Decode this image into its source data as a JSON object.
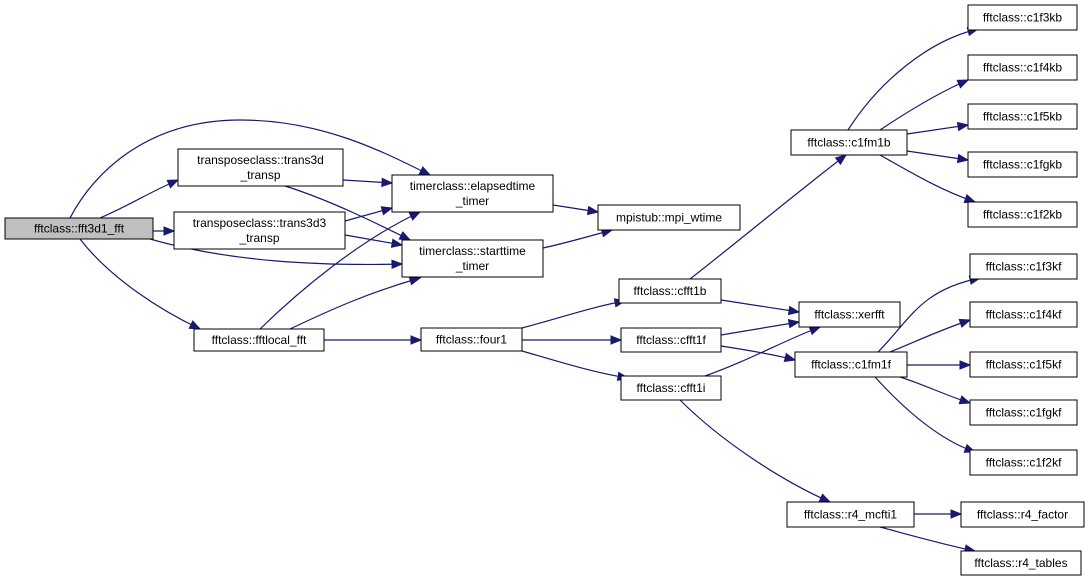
{
  "diagram": {
    "edge_color": "#191970",
    "root_fill": "#bfbfbf",
    "nodes": [
      {
        "id": "fft3d1",
        "lines": [
          "fftclass::fft3d1_fft"
        ],
        "root": true
      },
      {
        "id": "trans3d",
        "lines": [
          "transposeclass::trans3d",
          "_transp"
        ]
      },
      {
        "id": "trans3d3",
        "lines": [
          "transposeclass::trans3d3",
          "_transp"
        ]
      },
      {
        "id": "fftlocal",
        "lines": [
          "fftclass::fftlocal_fft"
        ]
      },
      {
        "id": "elapsed",
        "lines": [
          "timerclass::elapsedtime",
          "_timer"
        ]
      },
      {
        "id": "start",
        "lines": [
          "timerclass::starttime",
          "_timer"
        ]
      },
      {
        "id": "wtime",
        "lines": [
          "mpistub::mpi_wtime"
        ]
      },
      {
        "id": "four1",
        "lines": [
          "fftclass::four1"
        ]
      },
      {
        "id": "cfft1b",
        "lines": [
          "fftclass::cfft1b"
        ]
      },
      {
        "id": "cfft1f",
        "lines": [
          "fftclass::cfft1f"
        ]
      },
      {
        "id": "cfft1i",
        "lines": [
          "fftclass::cfft1i"
        ]
      },
      {
        "id": "c1fm1b",
        "lines": [
          "fftclass::c1fm1b"
        ]
      },
      {
        "id": "xerfft",
        "lines": [
          "fftclass::xerfft"
        ]
      },
      {
        "id": "c1fm1f",
        "lines": [
          "fftclass::c1fm1f"
        ]
      },
      {
        "id": "r4mcfti1",
        "lines": [
          "fftclass::r4_mcfti1"
        ]
      },
      {
        "id": "c1f3kb",
        "lines": [
          "fftclass::c1f3kb"
        ]
      },
      {
        "id": "c1f4kb",
        "lines": [
          "fftclass::c1f4kb"
        ]
      },
      {
        "id": "c1f5kb",
        "lines": [
          "fftclass::c1f5kb"
        ]
      },
      {
        "id": "c1fgkb",
        "lines": [
          "fftclass::c1fgkb"
        ]
      },
      {
        "id": "c1f2kb",
        "lines": [
          "fftclass::c1f2kb"
        ]
      },
      {
        "id": "c1f3kf",
        "lines": [
          "fftclass::c1f3kf"
        ]
      },
      {
        "id": "c1f4kf",
        "lines": [
          "fftclass::c1f4kf"
        ]
      },
      {
        "id": "c1f5kf",
        "lines": [
          "fftclass::c1f5kf"
        ]
      },
      {
        "id": "c1fgkf",
        "lines": [
          "fftclass::c1fgkf"
        ]
      },
      {
        "id": "c1f2kf",
        "lines": [
          "fftclass::c1f2kf"
        ]
      },
      {
        "id": "r4factor",
        "lines": [
          "fftclass::r4_factor"
        ]
      },
      {
        "id": "r4tables",
        "lines": [
          "fftclass::r4_tables"
        ]
      }
    ],
    "edges": [
      {
        "from": "fft3d1",
        "to": "trans3d"
      },
      {
        "from": "fft3d1",
        "to": "trans3d3"
      },
      {
        "from": "fft3d1",
        "to": "fftlocal"
      },
      {
        "from": "fft3d1",
        "to": "elapsed"
      },
      {
        "from": "fft3d1",
        "to": "start"
      },
      {
        "from": "trans3d",
        "to": "elapsed"
      },
      {
        "from": "trans3d",
        "to": "start"
      },
      {
        "from": "trans3d3",
        "to": "elapsed"
      },
      {
        "from": "trans3d3",
        "to": "start"
      },
      {
        "from": "fftlocal",
        "to": "elapsed"
      },
      {
        "from": "fftlocal",
        "to": "start"
      },
      {
        "from": "fftlocal",
        "to": "four1"
      },
      {
        "from": "elapsed",
        "to": "wtime"
      },
      {
        "from": "start",
        "to": "wtime"
      },
      {
        "from": "four1",
        "to": "cfft1b"
      },
      {
        "from": "four1",
        "to": "cfft1f"
      },
      {
        "from": "four1",
        "to": "cfft1i"
      },
      {
        "from": "cfft1b",
        "to": "c1fm1b"
      },
      {
        "from": "cfft1b",
        "to": "xerfft"
      },
      {
        "from": "cfft1f",
        "to": "xerfft"
      },
      {
        "from": "cfft1f",
        "to": "c1fm1f"
      },
      {
        "from": "cfft1i",
        "to": "xerfft"
      },
      {
        "from": "cfft1i",
        "to": "r4mcfti1"
      },
      {
        "from": "c1fm1b",
        "to": "c1f3kb"
      },
      {
        "from": "c1fm1b",
        "to": "c1f4kb"
      },
      {
        "from": "c1fm1b",
        "to": "c1f5kb"
      },
      {
        "from": "c1fm1b",
        "to": "c1fgkb"
      },
      {
        "from": "c1fm1b",
        "to": "c1f2kb"
      },
      {
        "from": "c1fm1f",
        "to": "c1f3kf"
      },
      {
        "from": "c1fm1f",
        "to": "c1f4kf"
      },
      {
        "from": "c1fm1f",
        "to": "c1f5kf"
      },
      {
        "from": "c1fm1f",
        "to": "c1fgkf"
      },
      {
        "from": "c1fm1f",
        "to": "c1f2kf"
      },
      {
        "from": "r4mcfti1",
        "to": "r4factor"
      },
      {
        "from": "r4mcfti1",
        "to": "r4tables"
      }
    ]
  }
}
